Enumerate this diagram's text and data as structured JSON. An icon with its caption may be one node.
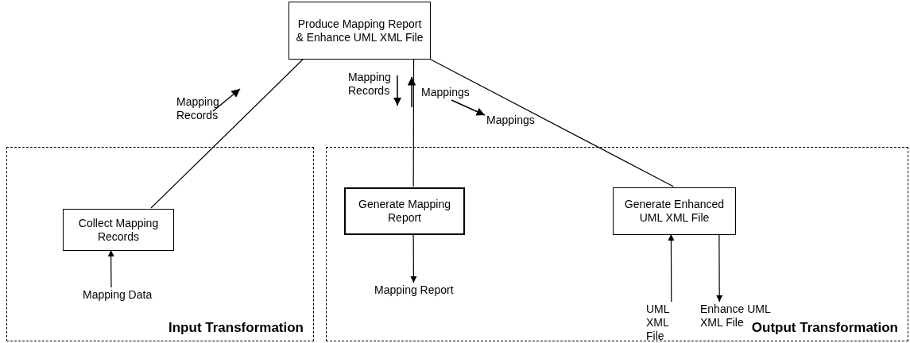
{
  "diagram": {
    "nodes": [
      {
        "text": [
          "Produce Mapping Report & Enhance UML XML File"
        ]
      },
      {
        "text": [
          "Input Transformation"
        ]
      },
      {
        "text": [
          "Collect Mapping Records"
        ],
        "in": 1
      },
      {
        "text": [
          "Output Transformation"
        ]
      },
      {
        "text": [
          "Generate Mapping Report"
        ],
        "in": 3
      },
      {
        "text": [
          "Generate Enhanced UML XML File"
        ],
        "in": 3
      },
      {
        "text": [
          "Mapping Data"
        ],
        "in": 1
      },
      {
        "text": [
          "Mapping Report"
        ],
        "in": 3
      },
      {
        "text": [
          "UML XML File"
        ],
        "in": 3
      },
      {
        "text": [
          "Enhance UML XML File"
        ],
        "in": 3
      }
    ],
    "edges": [
      {
        "from": 0,
        "to": 2,
        "arrow": "none"
      },
      {
        "from": 0,
        "to": 4,
        "arrow": "none"
      },
      {
        "from": 0,
        "to": 5,
        "arrow": "none"
      },
      {
        "from": 6,
        "to": 2,
        "arrow": "to"
      },
      {
        "from": 4,
        "to": 7,
        "arrow": "to"
      },
      {
        "from": 8,
        "to": 5,
        "arrow": "to"
      },
      {
        "from": 5,
        "to": 9,
        "arrow": "to"
      }
    ],
    "labels": [
      "Mapping Records",
      "Mapping Records",
      "Mappings",
      "Mappings"
    ]
  }
}
